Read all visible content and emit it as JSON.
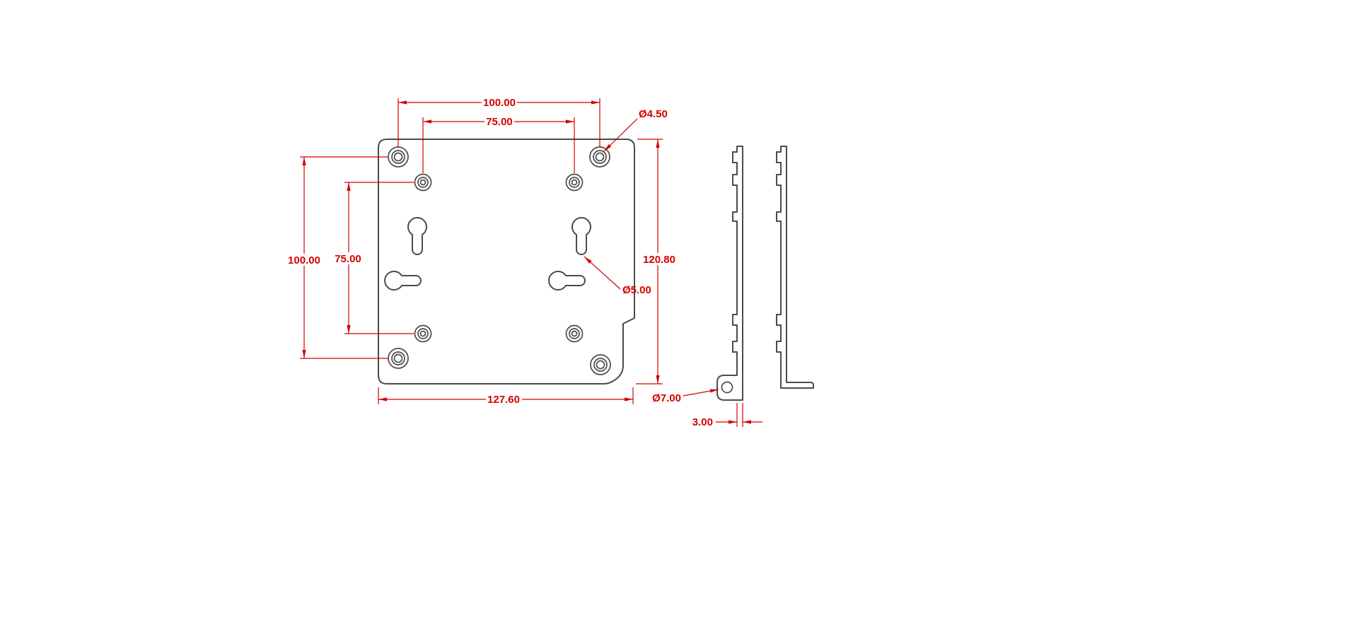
{
  "drawing": {
    "colors": {
      "dimension": "#d40000",
      "outline": "#4b4b4b",
      "background": "#ffffff"
    },
    "dims": {
      "top_outer": "100.00",
      "top_inner": "75.00",
      "left_outer": "100.00",
      "left_inner": "75.00",
      "height": "120.80",
      "width": "127.60",
      "corner_hole_dia": "Ø4.50",
      "keyhole_slot_dia": "Ø5.00",
      "tab_hole_dia": "Ø7.00",
      "thickness": "3.00"
    }
  }
}
